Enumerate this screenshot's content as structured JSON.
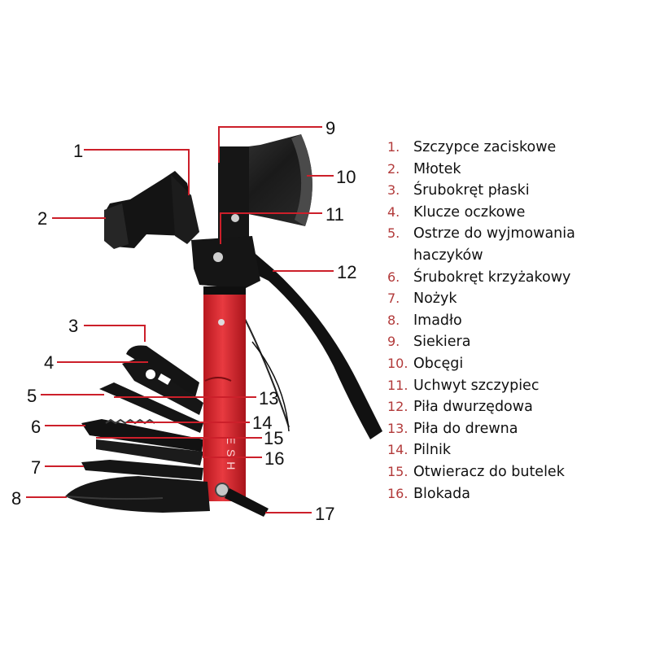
{
  "callouts": [
    "1",
    "2",
    "3",
    "4",
    "5",
    "6",
    "7",
    "8",
    "9",
    "10",
    "11",
    "12",
    "13",
    "14",
    "15",
    "16",
    "17"
  ],
  "brand": "ESH",
  "legend": [
    {
      "num": "1.",
      "text": "Szczypce zaciskowe"
    },
    {
      "num": "2.",
      "text": "Młotek"
    },
    {
      "num": "3.",
      "text": "Śrubokręt płaski"
    },
    {
      "num": "4.",
      "text": "Klucze oczkowe"
    },
    {
      "num": "5.",
      "text": "Ostrze do wyjmowania haczyków"
    },
    {
      "num": "6.",
      "text": "Śrubokręt krzyżakowy"
    },
    {
      "num": "7.",
      "text": "Nożyk"
    },
    {
      "num": "8.",
      "text": "Imadło"
    },
    {
      "num": "9.",
      "text": "Siekiera"
    },
    {
      "num": "10.",
      "text": "Obcęgi"
    },
    {
      "num": "11.",
      "text": "Uchwyt szczypiec"
    },
    {
      "num": "12.",
      "text": "Piła dwurzędowa"
    },
    {
      "num": "13.",
      "text": "Piła do drewna"
    },
    {
      "num": "14.",
      "text": "Pilnik"
    },
    {
      "num": "15.",
      "text": "Otwieracz do butelek"
    },
    {
      "num": "16.",
      "text": "Blokada"
    }
  ],
  "colors": {
    "handle": "#e0323a",
    "metal": "#111111",
    "legend_number": "#b23a3a",
    "leader": "#cc1f2a"
  }
}
